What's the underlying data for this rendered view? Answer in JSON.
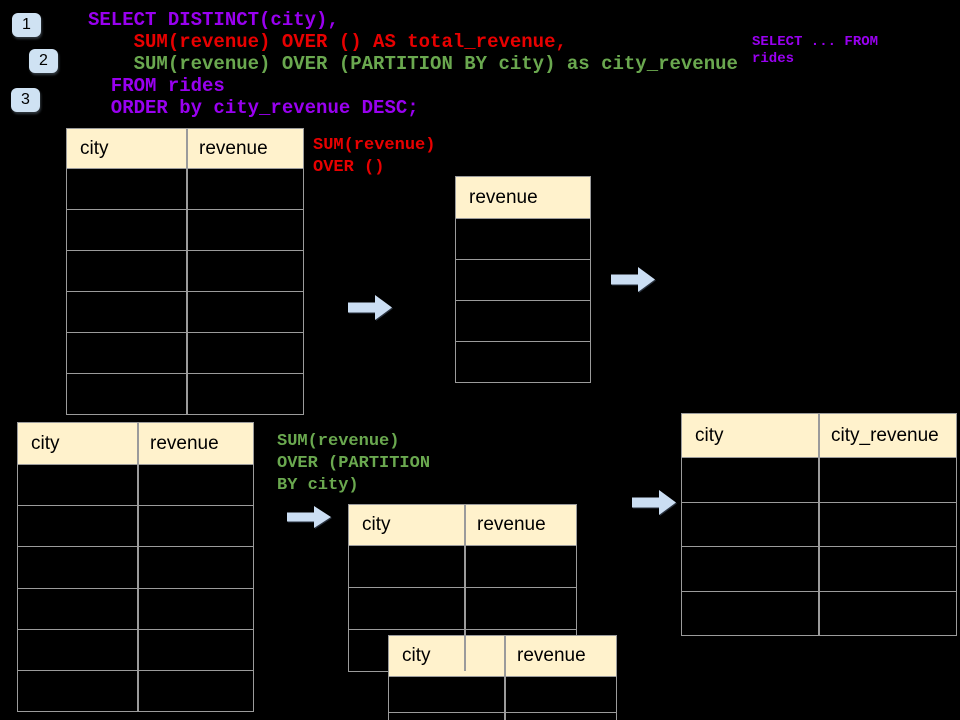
{
  "colors": {
    "background": "#000000",
    "table_header_fill": "#FFF2CC",
    "table_border": "#9B9B9B",
    "sql_purple": "#9900F0",
    "sql_red": "#E80000",
    "sql_green": "#6AA84F",
    "arrow_blue": "#CBDEF3",
    "badge_blue": "#CFE2F3"
  },
  "badges": [
    {
      "label": "1"
    },
    {
      "label": "2"
    },
    {
      "label": "3"
    }
  ],
  "sql_code": {
    "lines": [
      {
        "text": "SELECT DISTINCT(city),",
        "color": "purple"
      },
      {
        "text": "    SUM(revenue) OVER () AS total_revenue,",
        "color": "red"
      },
      {
        "text": "    SUM(revenue) OVER (PARTITION BY city) as city_revenue",
        "color": "green"
      },
      {
        "text": "  FROM rides",
        "color": "purple"
      },
      {
        "text": "  ORDER by city_revenue DESC;",
        "color": "purple"
      }
    ]
  },
  "side_note": {
    "text": "SELECT ... FROM\nrides",
    "color": "purple"
  },
  "annotations": {
    "total_revenue_label": {
      "text": "SUM(revenue)\nOVER ()",
      "color": "red"
    },
    "partition_label": {
      "text": "SUM(revenue)\nOVER (PARTITION\nBY city)",
      "color": "green"
    }
  },
  "tables": {
    "source_top": {
      "headers": [
        "city",
        "revenue"
      ],
      "row_count": 6
    },
    "revenue_only": {
      "headers": [
        "revenue"
      ],
      "row_count": 4
    },
    "source_bottom": {
      "headers": [
        "city",
        "revenue"
      ],
      "row_count": 6
    },
    "partition_group_a": {
      "headers": [
        "city",
        "revenue"
      ],
      "row_count": 3
    },
    "partition_group_b": {
      "headers": [
        "city",
        "revenue"
      ],
      "row_count": 2
    },
    "result": {
      "headers": [
        "city",
        "city_revenue"
      ],
      "row_count": 4
    }
  }
}
